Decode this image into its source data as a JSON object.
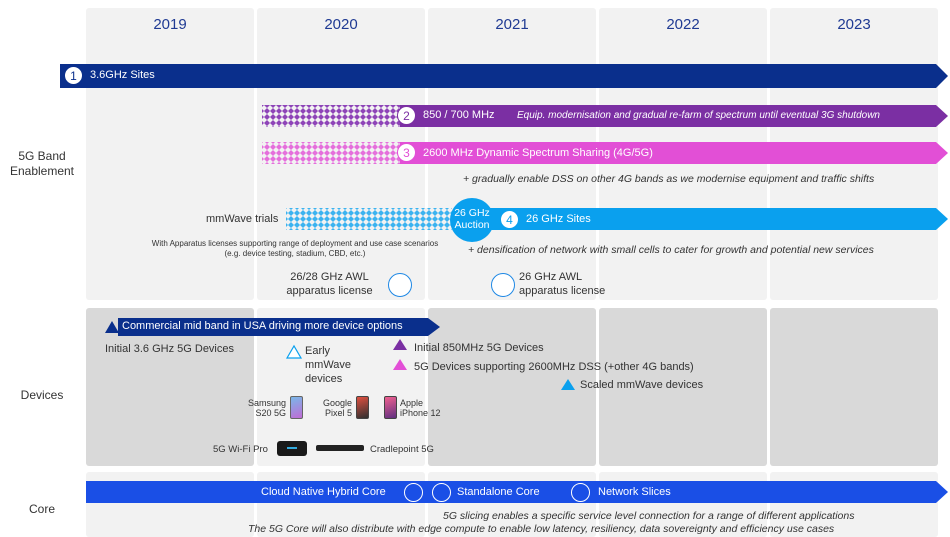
{
  "years": [
    "2019",
    "2020",
    "2021",
    "2022",
    "2023"
  ],
  "rows": {
    "band": "5G Band\nEnablement",
    "devices": "Devices",
    "core": "Core"
  },
  "band": {
    "b1": {
      "num": "1",
      "label": "3.6GHz Sites"
    },
    "b2": {
      "num": "2",
      "label": "850 / 700 MHz",
      "note": "Equip. modernisation and gradual re-farm of spectrum until eventual 3G shutdown"
    },
    "b3": {
      "num": "3",
      "label": "2600 MHz Dynamic Spectrum Sharing (4G/5G)"
    },
    "b3_note": "+ gradually enable DSS on other 4G bands as we modernise equipment and traffic shifts",
    "mmwave_trials": "mmWave trials",
    "auction": "26 GHz\nAuction",
    "b4": {
      "num": "4",
      "label": "26 GHz Sites"
    },
    "b4_note": "+ densification of network with small cells to cater for growth and potential new services",
    "apparatus_note": "With Apparatus licenses supporting range of deployment and use case scenarios (e.g. device testing, stadium, CBD, etc.)",
    "awl1": "26/28 GHz AWL\napparatus license",
    "awl2": "26 GHz AWL\napparatus license"
  },
  "devices": {
    "usa_arrow": "Commercial mid band in USA driving more device options",
    "initial36": "Initial 3.6 GHz 5G Devices",
    "early_mmwave": "Early\nmmWave\ndevices",
    "initial850": "Initial 850MHz 5G Devices",
    "dss2600": "5G Devices supporting 2600MHz DSS (+other 4G bands)",
    "scaled_mmwave": "Scaled mmWave devices",
    "samsung": "Samsung\nS20 5G",
    "google": "Google\nPixel 5",
    "apple": "Apple\niPhone 12",
    "wifipro": "5G Wi-Fi Pro",
    "cradlepoint": "Cradlepoint 5G"
  },
  "core": {
    "hybrid": "Cloud Native Hybrid Core",
    "standalone": "Standalone Core",
    "slices": "Network Slices",
    "note1": "5G slicing enables a specific service level connection for a range of different applications",
    "note2": "The 5G Core will also distribute with edge compute to enable low latency, resiliency, data sovereignty and efficiency use cases"
  },
  "colors": {
    "navy": "#0a2f8c",
    "purple": "#7b2fa3",
    "pink": "#e24fd6",
    "lightblue": "#0aa0ee",
    "core_blue": "#1a4fe6",
    "year_text": "#1f3a93"
  }
}
